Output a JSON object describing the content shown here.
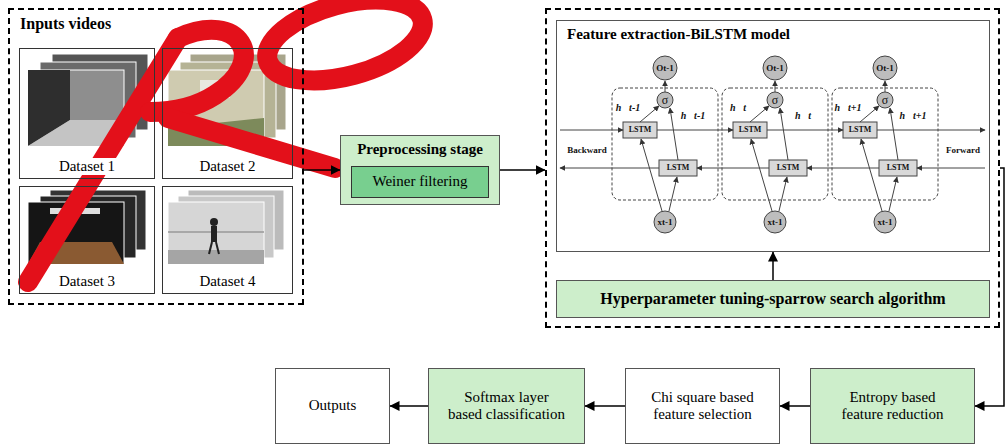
{
  "diagram": {
    "nodes": [
      {
        "text": [
          "Inputs videos"
        ]
      },
      {
        "text": [
          "Dataset 1"
        ],
        "in": 0
      },
      {
        "text": [
          "Dataset 2"
        ],
        "in": 0
      },
      {
        "text": [
          "Dataset 3"
        ],
        "in": 0
      },
      {
        "text": [
          "Dataset 4"
        ],
        "in": 0
      },
      {
        "text": [
          "Preprocessing stage"
        ]
      },
      {
        "text": [
          "Weiner filtering"
        ],
        "in": 5
      },
      {
        "text": []
      },
      {
        "text": [
          "Feature extraction-BiLSTM model"
        ],
        "in": 7
      },
      {
        "text": [
          "Hyperparameter tuning-sparrow search algorithm"
        ],
        "in": 7
      },
      {
        "text": [
          "Entropy based feature reduction"
        ]
      },
      {
        "text": [
          "Chi square based feature selection"
        ]
      },
      {
        "text": [
          "Softmax layer based classification"
        ]
      },
      {
        "text": [
          "Outputs"
        ]
      }
    ],
    "edges": [
      {
        "from": 0,
        "to": 5,
        "arrow": "to"
      },
      {
        "from": 5,
        "to": 7,
        "arrow": "to"
      },
      {
        "from": 9,
        "to": 8,
        "arrow": "to"
      },
      {
        "from": 7,
        "to": 10,
        "arrow": "to"
      },
      {
        "from": 10,
        "to": 11,
        "arrow": "to"
      },
      {
        "from": 11,
        "to": 12,
        "arrow": "to"
      },
      {
        "from": 12,
        "to": 13,
        "arrow": "to"
      }
    ],
    "labels": [
      "Ot-1",
      "Ot-1",
      "Ot-1",
      "σ",
      "σ",
      "σ",
      "h⃗t-1",
      "h⃖t-1",
      "h⃗t",
      "h⃖t",
      "h⃗t+1",
      "h⃖t+1",
      "LSTM",
      "LSTM",
      "LSTM",
      "LSTM",
      "LSTM",
      "LSTM",
      "Backward",
      "Forward",
      "xt-1",
      "xt-1",
      "xt-1"
    ]
  }
}
